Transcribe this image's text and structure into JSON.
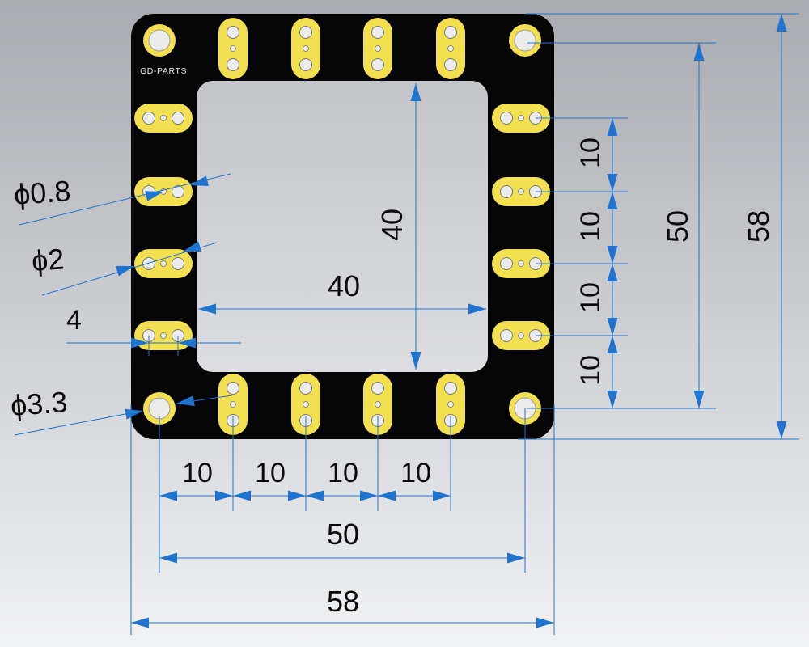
{
  "board": {
    "label": "GD-PARTS",
    "colors": {
      "board": "#050505",
      "pad": "#f2e051",
      "hole": "#ececec",
      "window": "#d7d9dd",
      "dimension": "#1f74cf"
    }
  },
  "dimensions": {
    "hole_small": "ϕ0.8",
    "hole_medium": "ϕ2",
    "hole_spacing": "4",
    "mount_hole": "ϕ3.3",
    "window_height": "40",
    "window_width": "40",
    "right_pitch_1": "10",
    "right_pitch_2": "10",
    "right_pitch_3": "10",
    "right_pitch_4": "10",
    "bottom_pitch_1": "10",
    "bottom_pitch_2": "10",
    "bottom_pitch_3": "10",
    "bottom_pitch_4": "10",
    "mount_span_vertical": "50",
    "board_height": "58",
    "mount_span_horizontal": "50",
    "board_width": "58"
  }
}
